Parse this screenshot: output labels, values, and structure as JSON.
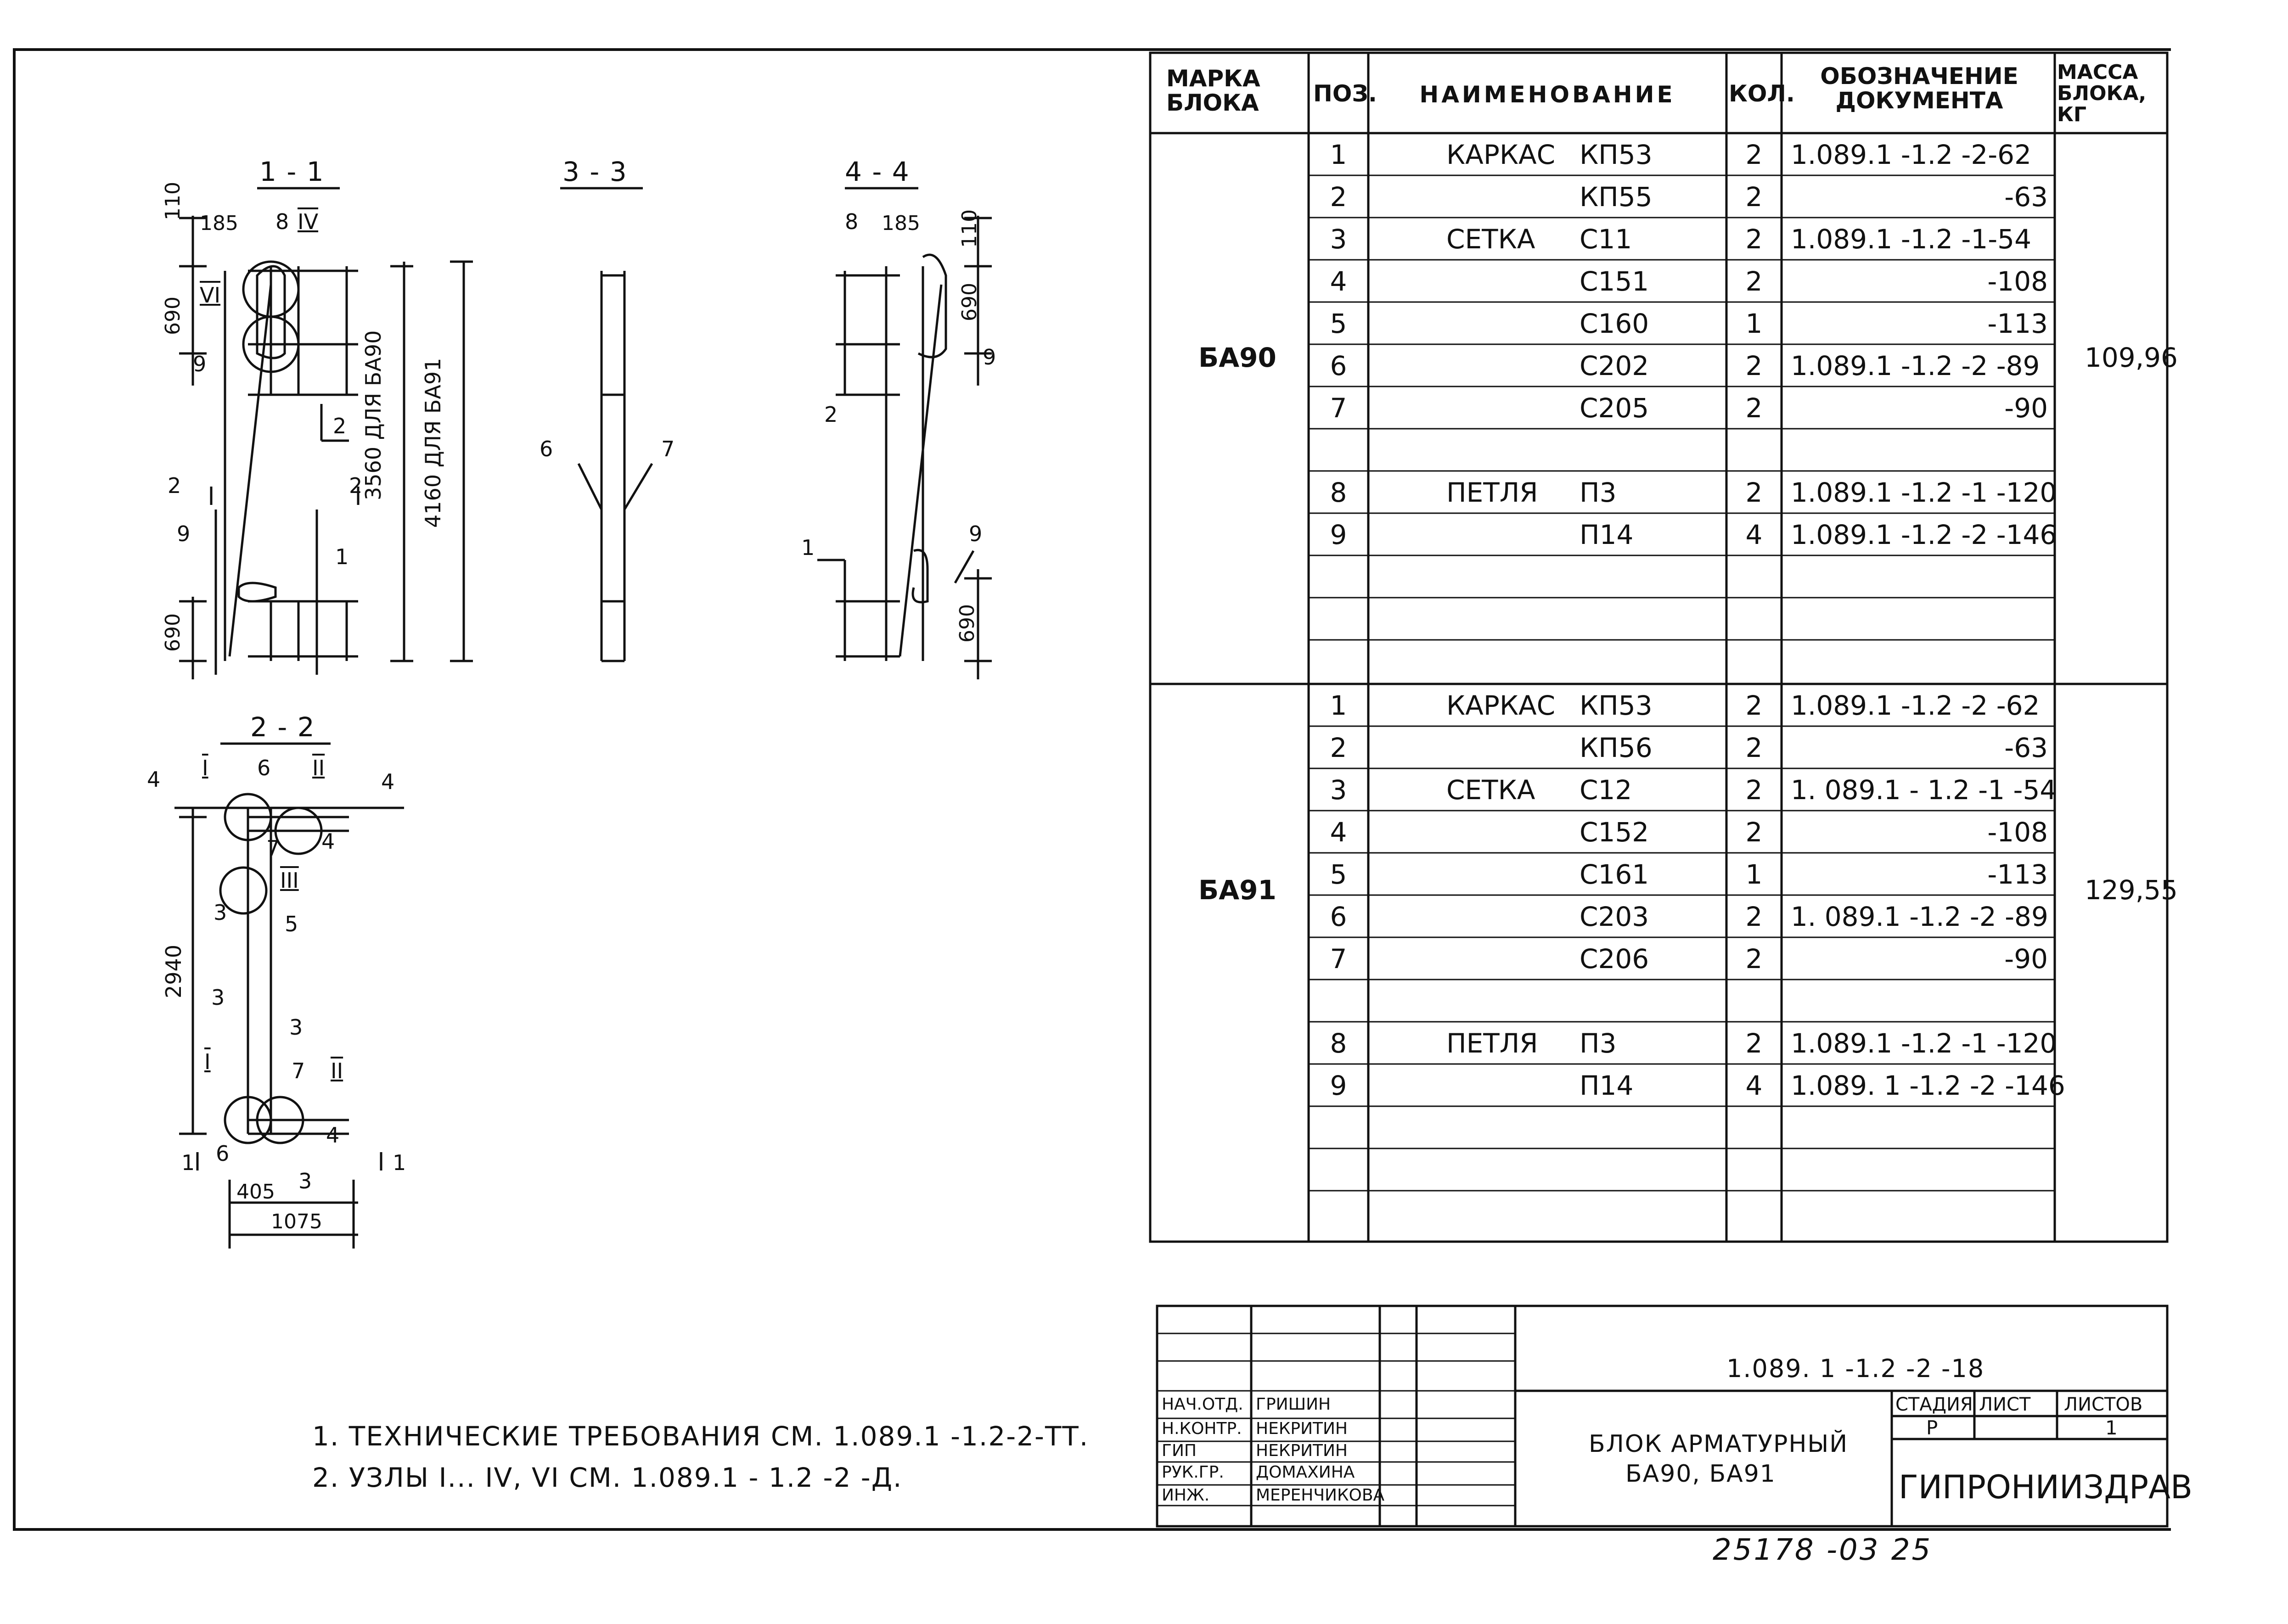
{
  "sections": {
    "s11": "1 - 1",
    "s22": "2 - 2",
    "s33": "3 - 3",
    "s44": "4 - 4"
  },
  "dims": {
    "d185a": "185",
    "d110a": "110",
    "d690a": "690",
    "d690b": "690",
    "d3560": "3560 ДЛЯ БА90",
    "d4160": "4160 ДЛЯ БА91",
    "d185b": "185",
    "d110b": "110",
    "d690c": "690",
    "d690d": "690",
    "d2940": "2940",
    "d405": "405",
    "d1075": "1075"
  },
  "callouts": {
    "s11_8": "8",
    "s11_IV": "IV",
    "s11_VI": "VI",
    "s11_9a": "9",
    "s11_2": "2",
    "s11_2arr_l": "2",
    "s11_2arr_r": "2",
    "s11_9b": "9",
    "s11_1": "1",
    "s33_6": "6",
    "s33_7": "7",
    "s44_8": "8",
    "s44_9a": "9",
    "s44_2": "2",
    "s44_9b": "9",
    "s44_1": "1",
    "s22_4l": "4",
    "s22_I": "I",
    "s22_6": "6",
    "s22_II": "II",
    "s22_4r": "4",
    "s22_7a": "7",
    "s22_4a": "4",
    "s22_III": "III",
    "s22_3a": "3",
    "s22_5": "5",
    "s22_3b": "3",
    "s22_3c": "3",
    "s22_Iu": "I",
    "s22_7b": "7",
    "s22_IIb": "II",
    "s22_4b": "4",
    "s22_6b": "6",
    "s22_3d": "3",
    "s22_1l": "1",
    "s22_1r": "1"
  },
  "table": {
    "headers": {
      "mark": "МАРКА БЛОКА",
      "pos": "ПОЗ.",
      "name": "НАИМЕНОВАНИЕ",
      "qty": "КОЛ.",
      "doc": "ОБОЗНАЧЕНИЕ ДОКУМЕНТА",
      "mass": "МАССА БЛОКА, КГ"
    },
    "groups": [
      {
        "mark": "БА90",
        "mass": "109,96",
        "rows": [
          {
            "pos": "1",
            "type": "КАРКАС",
            "name": "КП53",
            "qty": "2",
            "doc": "1.089.1 -1.2 -2-62"
          },
          {
            "pos": "2",
            "type": "",
            "name": "КП55",
            "qty": "2",
            "doc": "-63"
          },
          {
            "pos": "3",
            "type": "СЕТКА",
            "name": "С11",
            "qty": "2",
            "doc": "1.089.1 -1.2 -1-54"
          },
          {
            "pos": "4",
            "type": "",
            "name": "С151",
            "qty": "2",
            "doc": "-108"
          },
          {
            "pos": "5",
            "type": "",
            "name": "С160",
            "qty": "1",
            "doc": "-113"
          },
          {
            "pos": "6",
            "type": "",
            "name": "С202",
            "qty": "2",
            "doc": "1.089.1 -1.2 -2 -89"
          },
          {
            "pos": "7",
            "type": "",
            "name": "С205",
            "qty": "2",
            "doc": "-90"
          },
          {
            "pos": "",
            "type": "",
            "name": "",
            "qty": "",
            "doc": ""
          },
          {
            "pos": "8",
            "type": "ПЕТЛЯ",
            "name": "П3",
            "qty": "2",
            "doc": "1.089.1 -1.2 -1 -120"
          },
          {
            "pos": "9",
            "type": "",
            "name": "П14",
            "qty": "4",
            "doc": "1.089.1 -1.2 -2 -146"
          },
          {
            "pos": "",
            "type": "",
            "name": "",
            "qty": "",
            "doc": ""
          },
          {
            "pos": "",
            "type": "",
            "name": "",
            "qty": "",
            "doc": ""
          },
          {
            "pos": "",
            "type": "",
            "name": "",
            "qty": "",
            "doc": ""
          }
        ]
      },
      {
        "mark": "БА91",
        "mass": "129,55",
        "rows": [
          {
            "pos": "1",
            "type": "КАРКАС",
            "name": "КП53",
            "qty": "2",
            "doc": "1.089.1 -1.2 -2 -62"
          },
          {
            "pos": "2",
            "type": "",
            "name": "КП56",
            "qty": "2",
            "doc": "-63"
          },
          {
            "pos": "3",
            "type": "СЕТКА",
            "name": "С12",
            "qty": "2",
            "doc": "1. 089.1 - 1.2 -1 -54"
          },
          {
            "pos": "4",
            "type": "",
            "name": "С152",
            "qty": "2",
            "doc": "-108"
          },
          {
            "pos": "5",
            "type": "",
            "name": "С161",
            "qty": "1",
            "doc": "-113"
          },
          {
            "pos": "6",
            "type": "",
            "name": "С203",
            "qty": "2",
            "doc": "1. 089.1 -1.2 -2 -89"
          },
          {
            "pos": "7",
            "type": "",
            "name": "С206",
            "qty": "2",
            "doc": "-90"
          },
          {
            "pos": "",
            "type": "",
            "name": "",
            "qty": "",
            "doc": ""
          },
          {
            "pos": "8",
            "type": "ПЕТЛЯ",
            "name": "П3",
            "qty": "2",
            "doc": "1.089.1 -1.2 -1 -120"
          },
          {
            "pos": "9",
            "type": "",
            "name": "П14",
            "qty": "4",
            "doc": "1.089. 1 -1.2 -2 -146"
          },
          {
            "pos": "",
            "type": "",
            "name": "",
            "qty": "",
            "doc": ""
          },
          {
            "pos": "",
            "type": "",
            "name": "",
            "qty": "",
            "doc": ""
          },
          {
            "pos": "",
            "type": "",
            "name": "",
            "qty": "",
            "doc": ""
          }
        ]
      }
    ]
  },
  "notes": {
    "n1": "1. ТЕХНИЧЕСКИЕ ТРЕБОВАНИЯ СМ. 1.089.1 -1.2-2-ТТ.",
    "n2": "2. УЗЛЫ I... IV, VI СМ. 1.089.1 - 1.2 -2 -Д."
  },
  "title_block": {
    "code": "1.089. 1 -1.2 -2 -18",
    "title_line1": "БЛОК АРМАТУРНЫЙ",
    "title_line2": "БА90, БА91",
    "stage_label": "СТАДИЯ",
    "sheet_label": "ЛИСТ",
    "sheets_label": "ЛИСТОВ",
    "stage": "Р",
    "sheet": "",
    "sheets": "1",
    "org": "ГИПРОНИИЗДРАВ",
    "staff": [
      {
        "role": "НАЧ.ОТД.",
        "name": "ГРИШИН"
      },
      {
        "role": "Н.КОНТР.",
        "name": "НЕКРИТИН"
      },
      {
        "role": "ГИП",
        "name": "НЕКРИТИН"
      },
      {
        "role": "РУК.ГР.",
        "name": "ДОМАХИНА"
      },
      {
        "role": "ИНЖ.",
        "name": "МЕРЕНЧИКОВА"
      }
    ]
  },
  "footer": "25178 -03 25"
}
